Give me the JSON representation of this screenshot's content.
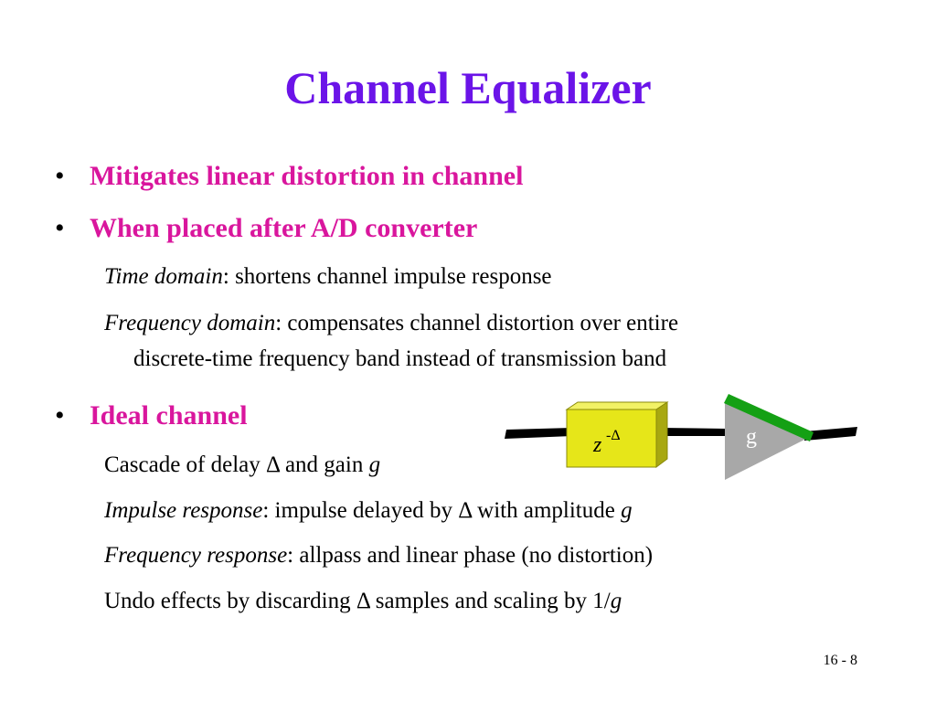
{
  "slide": {
    "title": "Channel Equalizer",
    "page_number": "16 - 8"
  },
  "bullets": [
    {
      "text": "Mitigates linear distortion in channel"
    },
    {
      "text": "When placed after A/D converter"
    },
    {
      "text": "Ideal channel"
    }
  ],
  "subitems": {
    "time_domain": {
      "term": "Time domain",
      "text": ": shortens channel impulse response"
    },
    "freq_domain": {
      "term": "Frequency domain",
      "text": ": compensates channel distortion over entire",
      "cont": "discrete-time frequency band instead of transmission band"
    },
    "cascade": {
      "text": "Cascade of delay Δ and gain ",
      "var": "g"
    },
    "impulse": {
      "term": "Impulse response",
      "text": ":  impulse delayed by Δ with amplitude ",
      "var": "g"
    },
    "freq_response": {
      "term": "Frequency response",
      "text": ": allpass and linear phase (no distortion)"
    },
    "undo": {
      "text": "Undo effects by discarding Δ samples and scaling by 1/",
      "var": "g"
    }
  },
  "diagram": {
    "delay_label_base": "z",
    "delay_label_exp": "-Δ",
    "gain_label": "g",
    "colors": {
      "delay_box": "#e6e619",
      "delay_box_side": "#a8a810",
      "delay_box_top": "#f2f266",
      "gain_triangle": "#a8a8a8",
      "gain_edge": "#14a014",
      "wire": "#000000"
    }
  },
  "colors": {
    "title": "#6b14e8",
    "bullet": "#d9169d",
    "body": "#000000"
  }
}
